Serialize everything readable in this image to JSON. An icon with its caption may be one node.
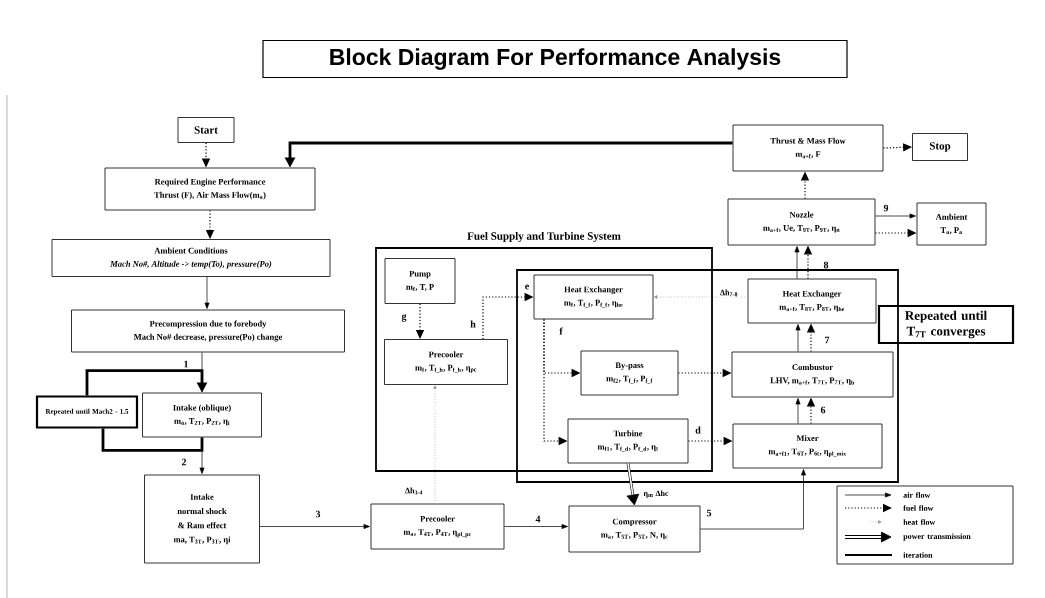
{
  "diagram": {
    "title": "Block Diagram For Performance Analysis",
    "nodes": [
      {
        "text": [
          "Start"
        ]
      },
      {
        "text": [
          "Required Engine Performance",
          "Thrust (F), Air Mass Flow(m$_{a}$)"
        ]
      },
      {
        "text": [
          "Ambient Conditions",
          "Mach No#, Altitude -> temp(To), pressure(Po)"
        ]
      },
      {
        "text": [
          "Precompression due to forebody",
          "Mach No# decrease, pressure(Po) change"
        ]
      },
      {
        "text": [
          "Repeated until Mach2 - 1.5"
        ]
      },
      {
        "text": [
          "Intake (oblique)",
          "m$_{a}$, T$_{2T}$, P$_{2T}$, η$_{i}$"
        ]
      },
      {
        "text": [
          "Intake",
          "normal shock",
          "& Ram effect",
          "ma, T$_{3T}$, P$_{3T}$, ηi"
        ]
      },
      {
        "text": [
          "Fuel Supply and Turbine System"
        ]
      },
      {
        "text": [
          "Pump",
          "m$_{f}$, T, P"
        ],
        "in": 7
      },
      {
        "text": [
          "Precooler",
          "m$_{f}$, T$_{f_h}$, P$_{f_h}$, η$_{pc}$"
        ],
        "in": 7
      },
      {
        "text": [],
        "shape": "box"
      },
      {
        "text": [
          "Heat Exchanger",
          "m$_{f}$, T$_{f_f}$, P$_{f_f}$, η$_{he}$"
        ]
      },
      {
        "text": [
          "By-pass",
          "m$_{f2}$, T$_{f_f}$, P$_{f_f}$"
        ]
      },
      {
        "text": [
          "Turbine",
          "m$_{f1}$, T$_{f_d}$, P$_{f_d}$, η$_{t}$"
        ]
      },
      {
        "text": [
          "Thrust & Mass Flow",
          "m$_{a+f}$, F"
        ]
      },
      {
        "text": [
          "Stop"
        ]
      },
      {
        "text": [
          "Nozzle",
          "m$_{a+f}$, Ue, T$_{9T}$, P$_{9T}$, η$_{n}$"
        ]
      },
      {
        "text": [
          "Ambient",
          "T$_{a}$, P$_{a}$"
        ]
      },
      {
        "text": [
          "Heat Exchanger",
          "m$_{a+f}$, T$_{8T}$, P$_{8T}$, η$_{he}$"
        ],
        "in": 10
      },
      {
        "text": [
          "Repeated until T$_{7T}$ converges"
        ]
      },
      {
        "text": [
          "Combustor",
          "LHV, m$_{a+f}$, T$_{7T}$, P$_{7T}$, η$_{b}$"
        ],
        "in": 10
      },
      {
        "text": [
          "Mixer",
          "m$_{a+f1}$, T$_{6T}$, P$_{6t}$, η$_{pl_mix}$"
        ],
        "in": 10
      },
      {
        "text": [
          "Precooler",
          "m$_{a}$, T$_{4T}$, P$_{4T}$, η$_{pl_pc}$"
        ]
      },
      {
        "text": [
          "Compressor",
          "m$_{a}$, T$_{5T}$, P$_{5T}$, N, η$_{c}$"
        ]
      }
    ],
    "edges": [
      {
        "from": 0,
        "to": 1,
        "arrow": "to",
        "style": "dashed"
      },
      {
        "from": 1,
        "to": 2,
        "arrow": "to",
        "style": "dashed"
      },
      {
        "from": 2,
        "to": 3,
        "arrow": "to"
      },
      {
        "from": 3,
        "to": 5,
        "arrow": "to"
      },
      {
        "from": 4,
        "to": 5,
        "arrow": "to",
        "style": "thick",
        "label": "1"
      },
      {
        "from": 5,
        "to": 4,
        "arrow": "none",
        "style": "thick"
      },
      {
        "from": 5,
        "to": 6,
        "arrow": "to",
        "label": "2"
      },
      {
        "from": 6,
        "to": 22,
        "arrow": "to",
        "label": "3"
      },
      {
        "from": 22,
        "to": 23,
        "arrow": "to",
        "label": "4"
      },
      {
        "from": 23,
        "to": 21,
        "arrow": "to",
        "label": "5"
      },
      {
        "from": 21,
        "to": 20,
        "arrow": "to"
      },
      {
        "from": 21,
        "to": 20,
        "arrow": "to",
        "style": "dashed",
        "label": "6"
      },
      {
        "from": 20,
        "to": 18,
        "arrow": "to"
      },
      {
        "from": 20,
        "to": 18,
        "arrow": "to",
        "style": "dashed",
        "label": "7"
      },
      {
        "from": 18,
        "to": 16,
        "arrow": "to"
      },
      {
        "from": 18,
        "to": 16,
        "arrow": "to",
        "style": "dashed",
        "label": "8"
      },
      {
        "from": 16,
        "to": 14,
        "arrow": "to",
        "style": "dashed"
      },
      {
        "from": 14,
        "to": 15,
        "arrow": "to",
        "style": "dashed"
      },
      {
        "from": 14,
        "to": 1,
        "arrow": "to",
        "style": "thick"
      },
      {
        "from": 16,
        "to": 17,
        "arrow": "to",
        "label": "9"
      },
      {
        "from": 16,
        "to": 17,
        "arrow": "to",
        "style": "dashed"
      },
      {
        "from": 8,
        "to": 9,
        "arrow": "to",
        "style": "dashed",
        "label": "g"
      },
      {
        "from": 9,
        "to": 11,
        "arrow": "to",
        "style": "dashed",
        "label": "h"
      },
      {
        "from": 11,
        "to": 12,
        "arrow": "to",
        "style": "dashed",
        "label": "f"
      },
      {
        "from": 11,
        "to": 13,
        "arrow": "to",
        "style": "dashed"
      },
      {
        "from": 12,
        "to": 20,
        "arrow": "to",
        "style": "dashed"
      },
      {
        "from": 13,
        "to": 21,
        "arrow": "to",
        "style": "dashed",
        "label": "d"
      },
      {
        "from": 13,
        "to": 23,
        "arrow": "to",
        "style": "thick",
        "label": "η$_{m}$ Δhc"
      },
      {
        "from": 18,
        "to": 11,
        "arrow": "to",
        "style": "dashed",
        "color": "#9a9a9a",
        "label": "Δh$_{7-8}$"
      },
      {
        "from": 22,
        "to": 9,
        "arrow": "to",
        "style": "dashed",
        "color": "#9a9a9a",
        "label": "Δh$_{3-4}$"
      }
    ],
    "labels": [
      "e"
    ],
    "legend": [
      {
        "text": "air flow"
      },
      {
        "text": "fuel flow"
      },
      {
        "text": "heat flow"
      },
      {
        "text": "power transmission"
      },
      {
        "text": "iteration"
      }
    ]
  }
}
